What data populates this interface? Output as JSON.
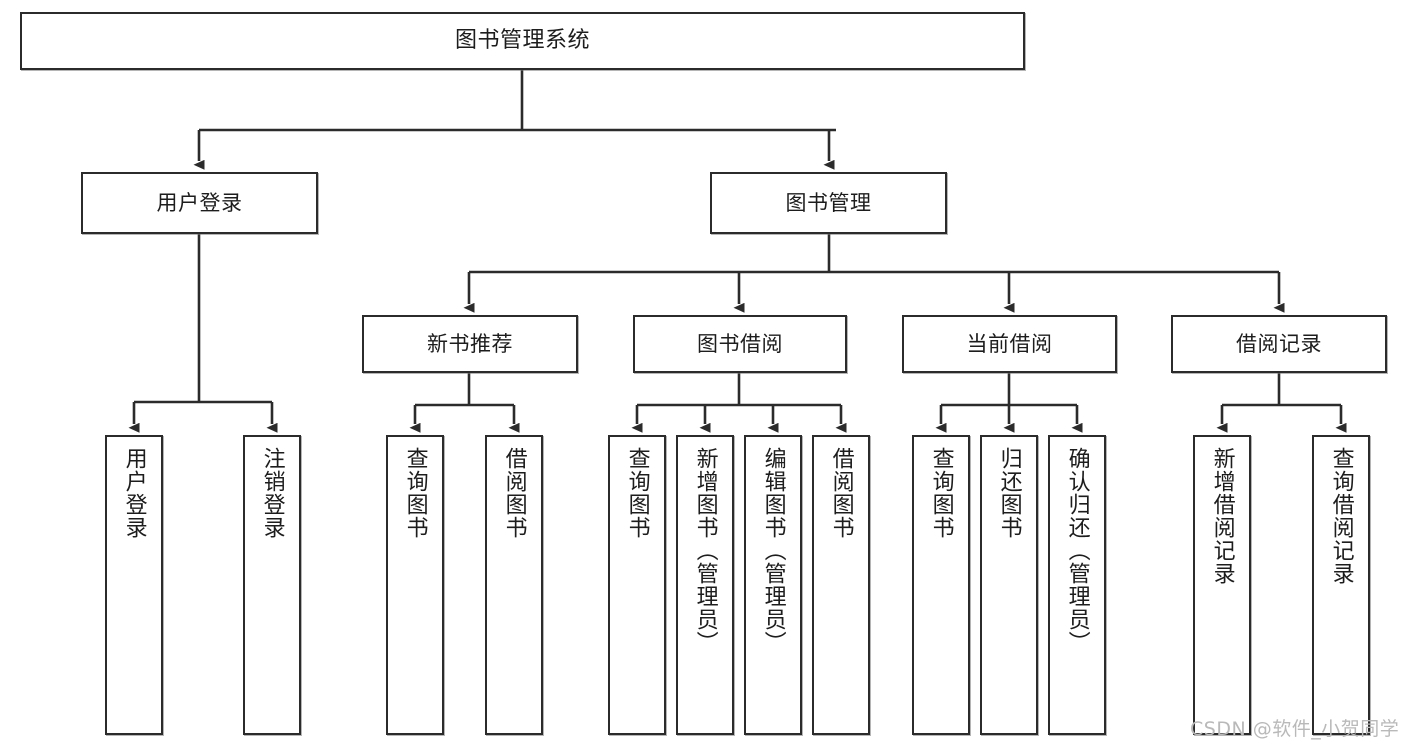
{
  "diagram": {
    "title": "图书管理系统",
    "type": "tree",
    "watermark": "CSDN @软件_小贺同学",
    "colors": {
      "border": "#2b2b2b",
      "background": "#ffffff",
      "text": "#1d1d1d",
      "edge": "#2b2b2b",
      "watermark": "#b9b9b9"
    },
    "nodes": {
      "root": {
        "label": "图书管理系统"
      },
      "level2": [
        {
          "id": "user-login",
          "label": "用户登录"
        },
        {
          "id": "book-manage",
          "label": "图书管理"
        }
      ],
      "level3": [
        {
          "id": "new-book-rec",
          "label": "新书推荐"
        },
        {
          "id": "book-borrow",
          "label": "图书借阅"
        },
        {
          "id": "current-borrow",
          "label": "当前借阅"
        },
        {
          "id": "borrow-record",
          "label": "借阅记录"
        }
      ],
      "leaves": [
        {
          "id": "leaf-user-login",
          "label": "用户登录",
          "parent": "user-login"
        },
        {
          "id": "leaf-user-logout",
          "label": "注销登录",
          "parent": "user-login"
        },
        {
          "id": "leaf-query-book-1",
          "label": "查询图书",
          "parent": "new-book-rec"
        },
        {
          "id": "leaf-borrow-book-1",
          "label": "借阅图书",
          "parent": "new-book-rec"
        },
        {
          "id": "leaf-query-book-2",
          "label": "查询图书",
          "parent": "book-borrow"
        },
        {
          "id": "leaf-add-book",
          "label": "新增图书（管理员）",
          "parent": "book-borrow"
        },
        {
          "id": "leaf-edit-book",
          "label": "编辑图书（管理员）",
          "parent": "book-borrow"
        },
        {
          "id": "leaf-borrow-book-2",
          "label": "借阅图书",
          "parent": "book-borrow"
        },
        {
          "id": "leaf-query-book-3",
          "label": "查询图书",
          "parent": "current-borrow"
        },
        {
          "id": "leaf-return-book",
          "label": "归还图书",
          "parent": "current-borrow"
        },
        {
          "id": "leaf-confirm-return",
          "label": "确认归还（管理员）",
          "parent": "current-borrow"
        },
        {
          "id": "leaf-add-record",
          "label": "新增借阅记录",
          "parent": "borrow-record"
        },
        {
          "id": "leaf-query-record",
          "label": "查询借阅记录",
          "parent": "borrow-record"
        }
      ]
    }
  }
}
